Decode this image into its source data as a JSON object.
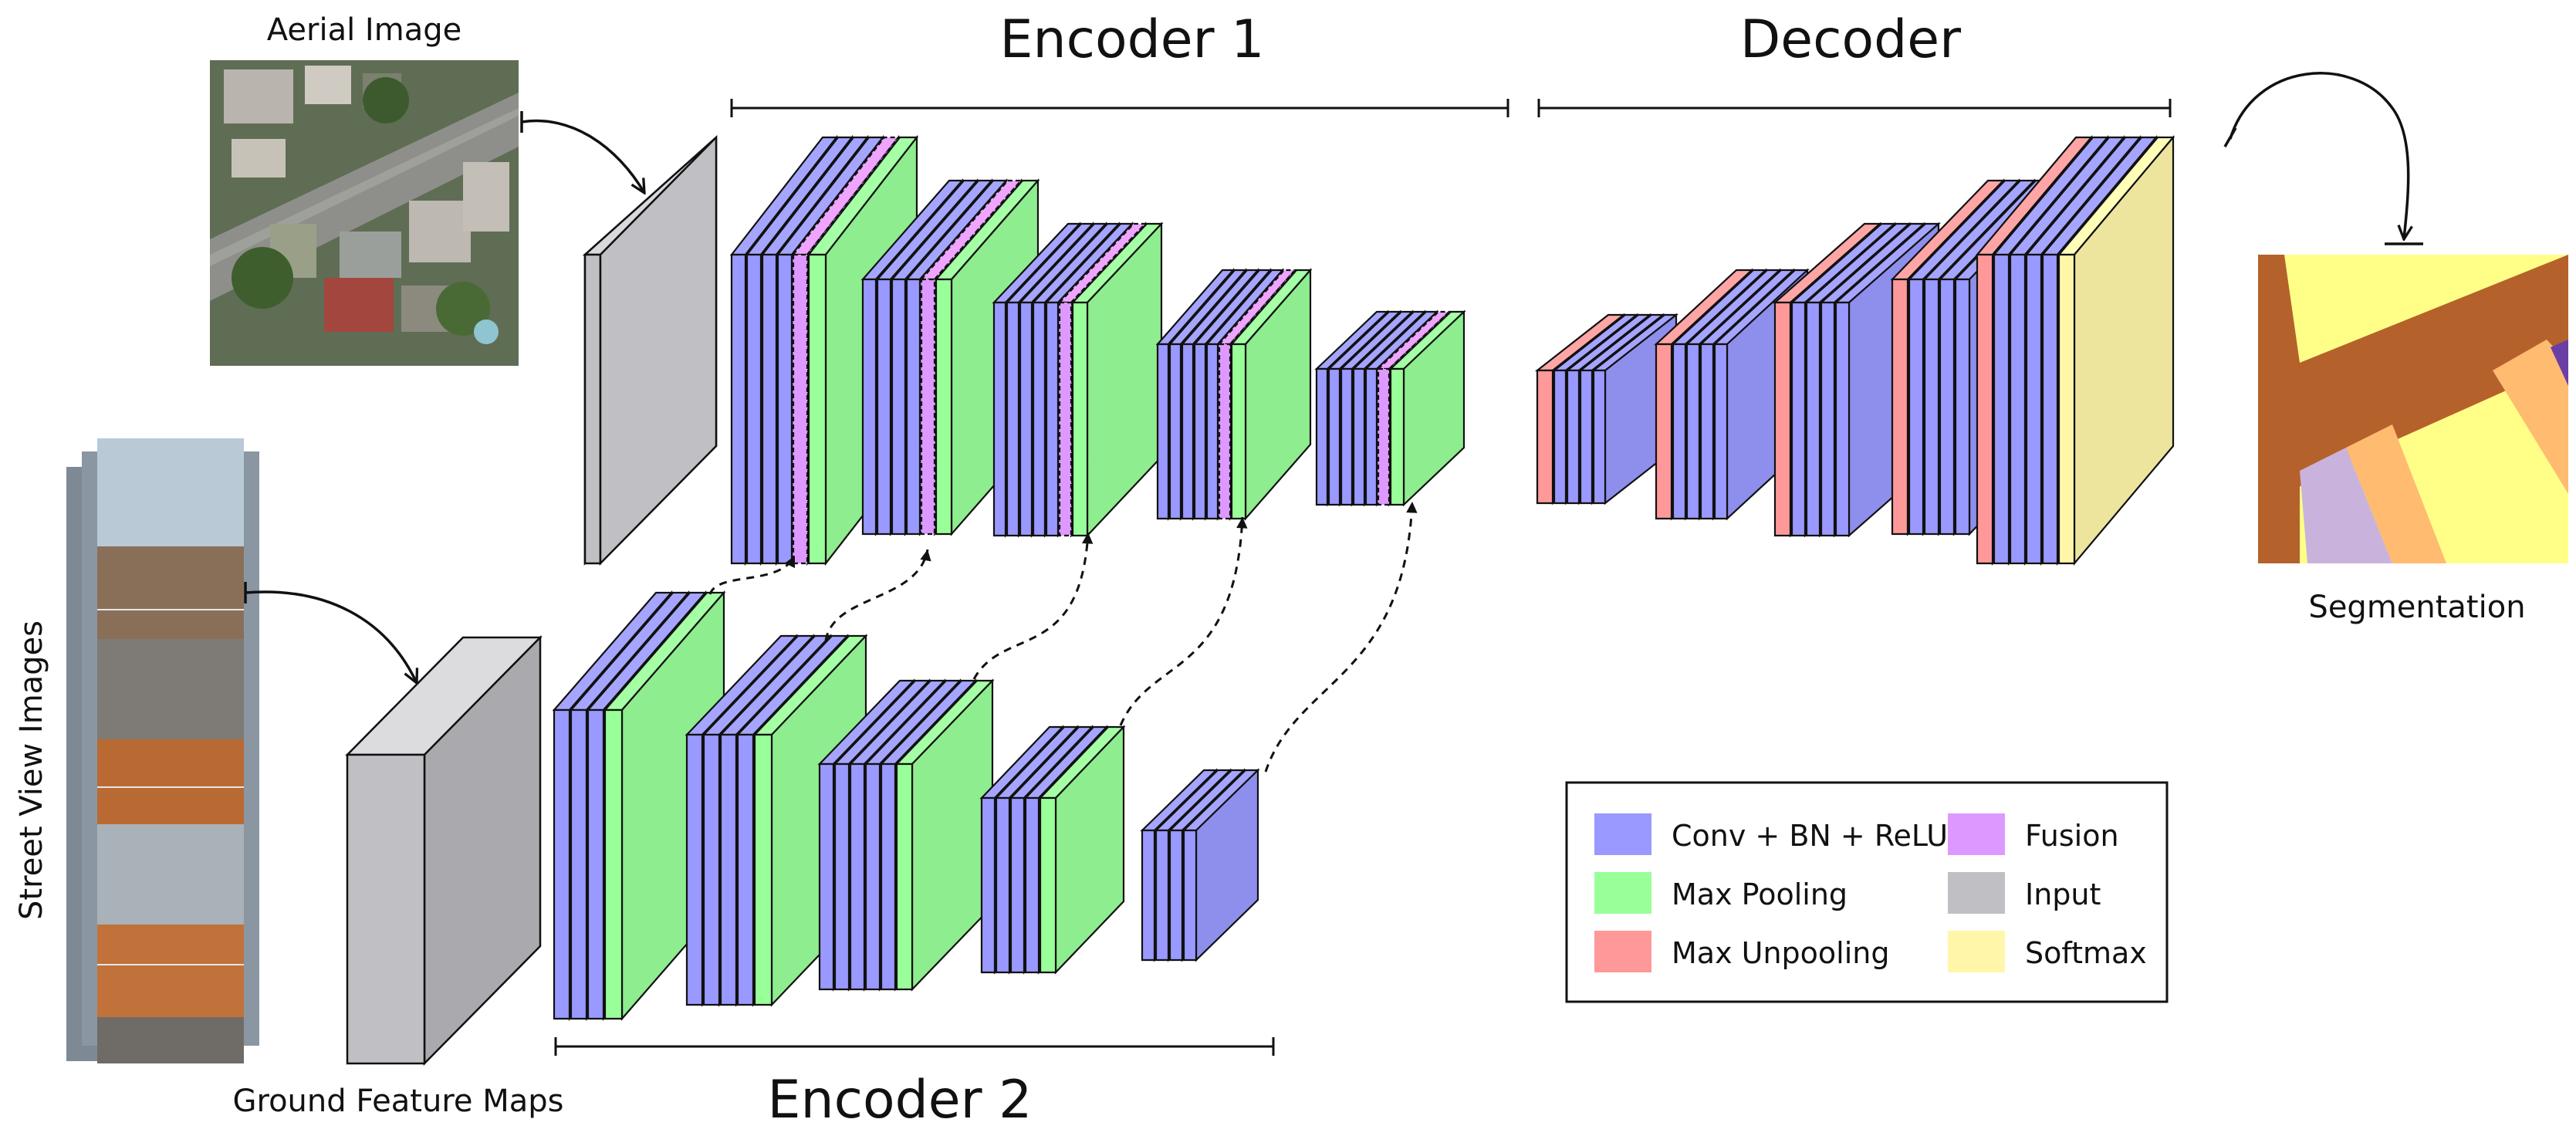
{
  "labels": {
    "aerial_image": "Aerial Image",
    "street_view_images": "Street View Images",
    "ground_feature_maps": "Ground Feature Maps",
    "encoder1": "Encoder 1",
    "encoder2": "Encoder 2",
    "decoder": "Decoder",
    "segmentation": "Segmentation"
  },
  "legend": [
    {
      "key": "conv",
      "label": "Conv + BN + ReLU",
      "color": "#9999ff"
    },
    {
      "key": "pool",
      "label": "Max Pooling",
      "color": "#99ff99"
    },
    {
      "key": "unpool",
      "label": "Max Unpooling",
      "color": "#ff9999"
    },
    {
      "key": "fusion",
      "label": "Fusion",
      "color": "#dd99ff"
    },
    {
      "key": "input",
      "label": "Input",
      "color": "#c0c0c4"
    },
    {
      "key": "softmax",
      "label": "Softmax",
      "color": "#fff6aa"
    }
  ],
  "layer_sequences": {
    "encoder1": [
      "conv",
      "conv",
      "conv",
      "conv",
      "fusion",
      "pool",
      "conv",
      "conv",
      "conv",
      "conv",
      "fusion",
      "pool",
      "conv",
      "conv",
      "conv",
      "conv",
      "conv",
      "fusion",
      "pool",
      "conv",
      "conv",
      "conv",
      "conv",
      "conv",
      "fusion",
      "pool",
      "conv",
      "conv",
      "conv",
      "conv",
      "conv",
      "fusion",
      "pool"
    ],
    "encoder2": [
      "conv",
      "conv",
      "conv",
      "pool",
      "conv",
      "conv",
      "conv",
      "conv",
      "pool",
      "conv",
      "conv",
      "conv",
      "conv",
      "conv",
      "pool",
      "conv",
      "conv",
      "conv",
      "conv",
      "pool",
      "conv",
      "conv",
      "conv",
      "conv"
    ],
    "decoder": [
      "unpool",
      "conv",
      "conv",
      "conv",
      "conv",
      "unpool",
      "conv",
      "conv",
      "conv",
      "conv",
      "unpool",
      "conv",
      "conv",
      "conv",
      "conv",
      "unpool",
      "conv",
      "conv",
      "conv",
      "conv",
      "unpool",
      "conv",
      "conv",
      "conv",
      "conv",
      "softmax"
    ]
  },
  "fusion_connections": 5
}
